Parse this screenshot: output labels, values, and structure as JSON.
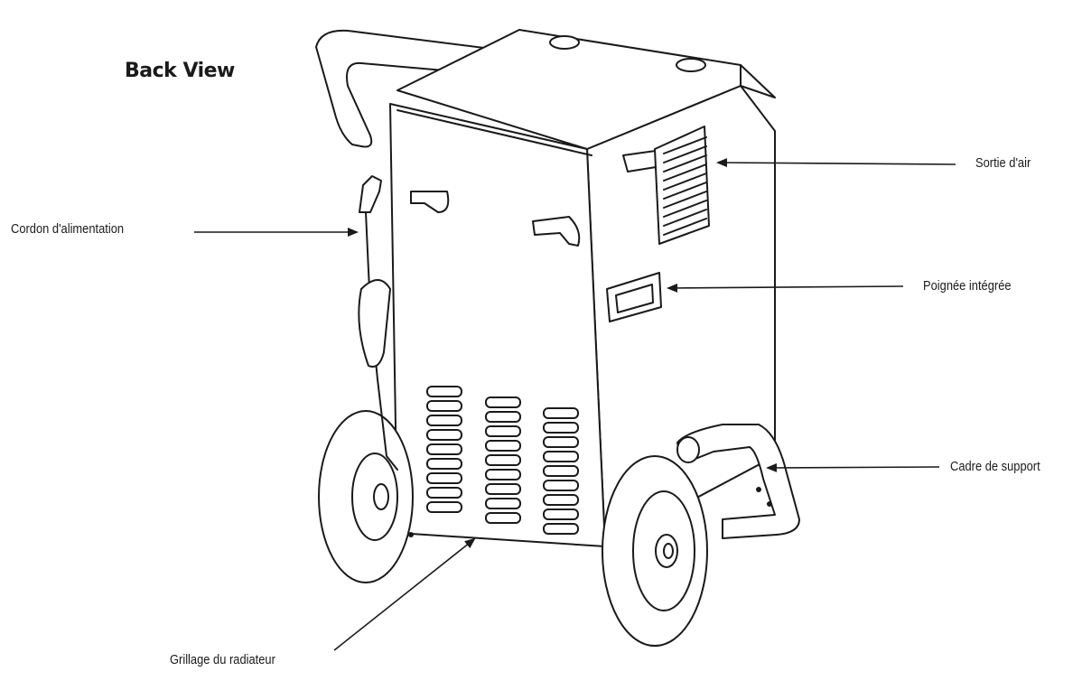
{
  "title": "Back View",
  "labels": {
    "power_cord": "Cordon d'alimentation",
    "air_outlet": "Sortie d'air",
    "handle": "Poignée intégrée",
    "support_frame": "Cadre de support",
    "radiator_grill": "Grillage du radiateur"
  },
  "colors": {
    "line": "#1a1a1a",
    "fill": "#ffffff"
  }
}
